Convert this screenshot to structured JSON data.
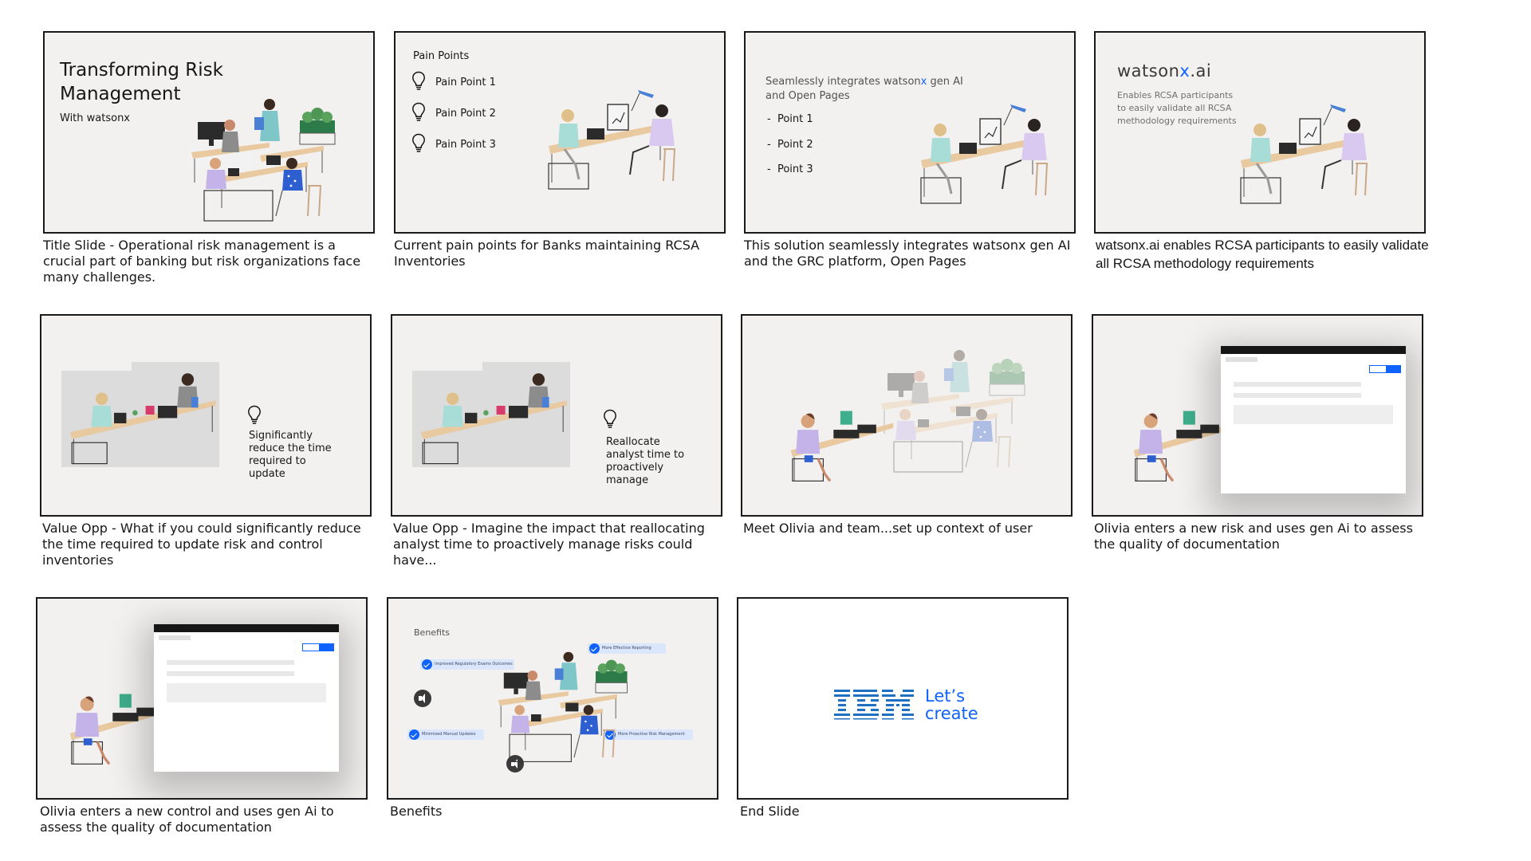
{
  "slides": [
    {
      "caption": "Title Slide - Operational risk management is a crucial part of banking but risk organizations face many challenges.",
      "title_line1": "Transforming Risk",
      "title_line2": "Management",
      "subtitle": "With watsonx"
    },
    {
      "caption": "Current pain points for Banks maintaining RCSA Inventories",
      "heading": "Pain Points",
      "points": [
        "Pain Point 1",
        "Pain Point 2",
        "Pain Point 3"
      ]
    },
    {
      "caption": "This solution seamlessly integrates watsonx gen AI and the GRC platform, Open Pages",
      "heading_line1_a": "Seamlessly integrates watson",
      "heading_line1_b": "x",
      "heading_line1_c": " gen AI",
      "heading_line2": "and Open Pages",
      "points": [
        "Point 1",
        "Point 2",
        "Point 3"
      ],
      "bullet": "-"
    },
    {
      "caption": "watsonx.ai enables RCSA participants to easily validate all RCSA methodology requirements",
      "brand_a": "watson",
      "brand_b": "x",
      "brand_c": ".ai",
      "text_lines": [
        "Enables RCSA participants",
        "to easily validate all RCSA",
        "methodology requirements"
      ]
    },
    {
      "caption": "Value Opp - What if you could significantly reduce the time required to update risk and control inventories",
      "text_lines": [
        "Significantly",
        "reduce the time",
        "required to",
        "update"
      ]
    },
    {
      "caption": "Value Opp - Imagine the impact that reallocating analyst time to proactively manage risks could have...",
      "text_lines": [
        "Reallocate",
        "analyst time to",
        "proactively",
        "manage"
      ]
    },
    {
      "caption": "Meet Olivia and team...set up context of user"
    },
    {
      "caption": "Olivia enters a new risk and uses gen Ai to assess the quality of documentation"
    },
    {
      "caption": "Olivia enters a new control and uses gen Ai to assess the quality of documentation"
    },
    {
      "caption": "Benefits",
      "heading": "Benefits",
      "benefits": [
        "Improved Regulatory Exams Outcomes",
        "More Effective Reporting",
        "Minimized Manual Updates",
        "More Proactive Risk Management"
      ]
    },
    {
      "caption": "End Slide",
      "tag_line1": "Let’s",
      "tag_line2": "create"
    }
  ],
  "colors": {
    "slide_bg": "#f3f1f0",
    "accent_blue": "#0f62fe",
    "ibm_blue": "#1f70c1",
    "frame_border": "#1a1a1a"
  },
  "icons": [
    "lightbulb-icon",
    "checkmark-icon",
    "speaker-icon",
    "ibm-logo"
  ]
}
